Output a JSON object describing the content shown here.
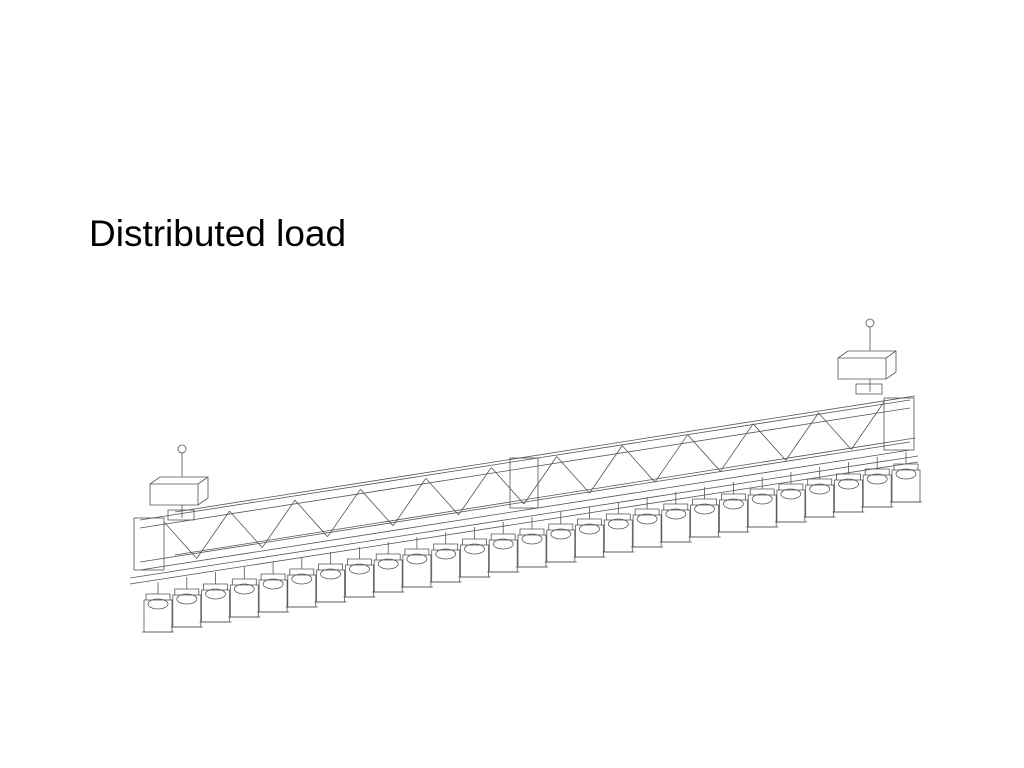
{
  "slide": {
    "title": "Distributed load"
  },
  "diagram": {
    "subject": "truss with two chain hoists and a row of stage lights",
    "hoist_count": 2,
    "truss_sections": 2,
    "light_count": 27,
    "line_color": "#555555",
    "background": "#ffffff"
  }
}
